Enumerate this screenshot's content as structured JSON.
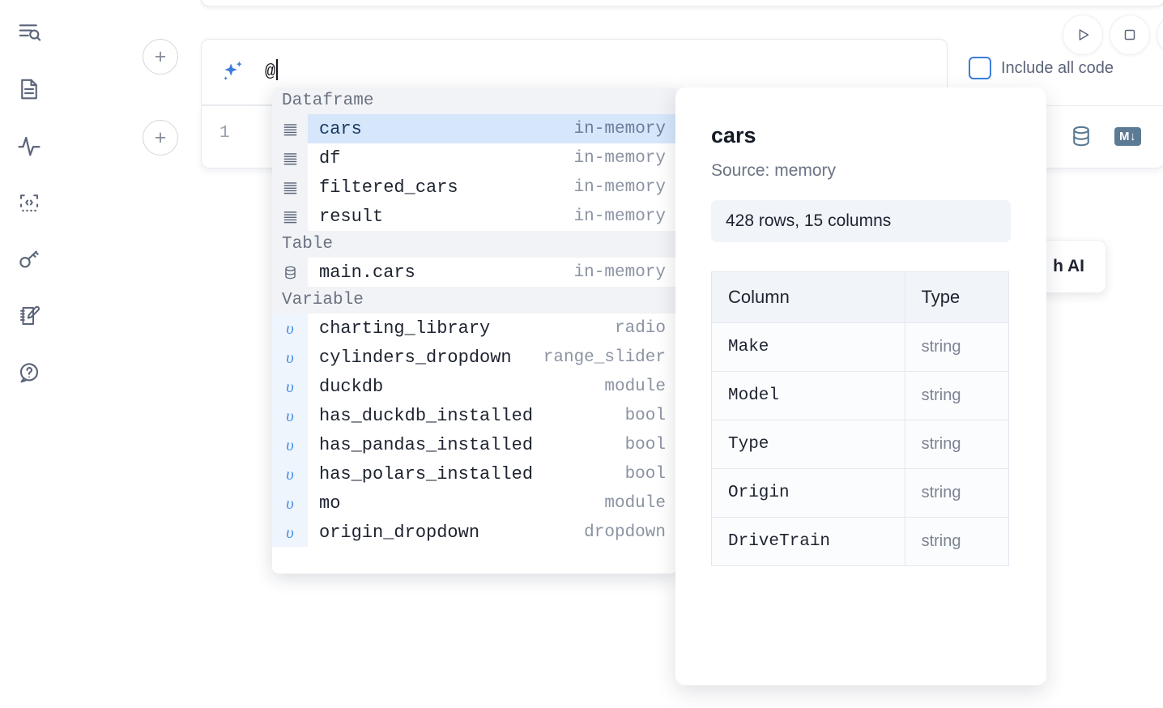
{
  "sidebar": {
    "items": [
      {
        "icon": "file-search-icon",
        "name": "explore"
      },
      {
        "icon": "document-icon",
        "name": "notebook"
      },
      {
        "icon": "activity-icon",
        "name": "activity"
      },
      {
        "icon": "code-brackets-icon",
        "name": "snippets"
      },
      {
        "icon": "key-icon",
        "name": "secrets"
      },
      {
        "icon": "edit-notebook-icon",
        "name": "scratchpad"
      },
      {
        "icon": "help-chat-icon",
        "name": "help"
      }
    ]
  },
  "toolbar": {
    "run_icon": "play-icon",
    "stop_icon": "stop-icon",
    "include_all_code_label": "Include all code",
    "include_all_code_checked": false,
    "add_cell_label": "+"
  },
  "ai_prompt": {
    "icon": "sparkles-icon",
    "value": "@",
    "accent_color": "#3b7ddd"
  },
  "code_cell": {
    "line_number": "1",
    "database_icon": "database-icon",
    "markdown_badge": "M↓"
  },
  "ai_panel": {
    "label": "h AI"
  },
  "autocomplete": {
    "sections": [
      {
        "label": "Dataframe",
        "items": [
          {
            "icon": "dataframe-icon",
            "kind": "df",
            "name": "cars",
            "type": "in-memory",
            "selected": true
          },
          {
            "icon": "dataframe-icon",
            "kind": "df",
            "name": "df",
            "type": "in-memory",
            "selected": false
          },
          {
            "icon": "dataframe-icon",
            "kind": "df",
            "name": "filtered_cars",
            "type": "in-memory",
            "selected": false
          },
          {
            "icon": "dataframe-icon",
            "kind": "df",
            "name": "result",
            "type": "in-memory",
            "selected": false
          }
        ]
      },
      {
        "label": "Table",
        "items": [
          {
            "icon": "database-icon",
            "kind": "table",
            "name": "main.cars",
            "type": "in-memory",
            "selected": false
          }
        ]
      },
      {
        "label": "Variable",
        "items": [
          {
            "icon": "variable-icon",
            "kind": "var",
            "name": "charting_library",
            "type": "radio",
            "selected": false
          },
          {
            "icon": "variable-icon",
            "kind": "var",
            "name": "cylinders_dropdown",
            "type": "range_slider",
            "selected": false
          },
          {
            "icon": "variable-icon",
            "kind": "var",
            "name": "duckdb",
            "type": "module",
            "selected": false
          },
          {
            "icon": "variable-icon",
            "kind": "var",
            "name": "has_duckdb_installed",
            "type": "bool",
            "selected": false
          },
          {
            "icon": "variable-icon",
            "kind": "var",
            "name": "has_pandas_installed",
            "type": "bool",
            "selected": false
          },
          {
            "icon": "variable-icon",
            "kind": "var",
            "name": "has_polars_installed",
            "type": "bool",
            "selected": false
          },
          {
            "icon": "variable-icon",
            "kind": "var",
            "name": "mo",
            "type": "module",
            "selected": false
          },
          {
            "icon": "variable-icon",
            "kind": "var",
            "name": "origin_dropdown",
            "type": "dropdown",
            "selected": false
          }
        ]
      }
    ]
  },
  "detail": {
    "title": "cars",
    "source": "Source: memory",
    "shape": "428 rows, 15 columns",
    "columns_header": "Column",
    "type_header": "Type",
    "rows": [
      {
        "column": "Make",
        "type": "string"
      },
      {
        "column": "Model",
        "type": "string"
      },
      {
        "column": "Type",
        "type": "string"
      },
      {
        "column": "Origin",
        "type": "string"
      },
      {
        "column": "DriveTrain",
        "type": "string"
      }
    ]
  }
}
